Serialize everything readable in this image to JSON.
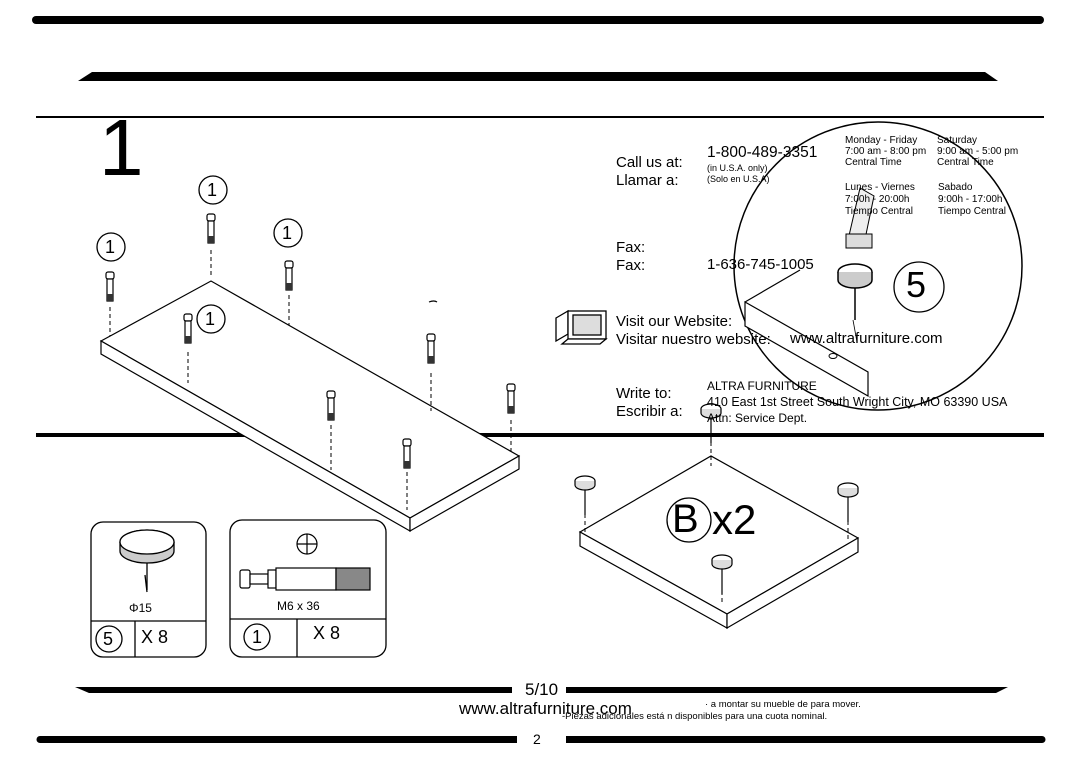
{
  "step": {
    "number": "1"
  },
  "part_callouts": [
    "1",
    "1",
    "1",
    "1"
  ],
  "contact": {
    "call_label_en": "Call us at:",
    "call_label_es": "Llamar a:",
    "phone": "1-800-489-3351",
    "phone_note_en": "(in U.S.A. only)",
    "phone_note_es": "(Solo en U.S.A)",
    "hours": {
      "weekday_en": "Monday - Friday",
      "weekday_time_en": "7:00 am - 8:00 pm",
      "weekday_zone_en": "Central  Time",
      "saturday_en": "Saturday",
      "saturday_time_en": "9:00 am - 5:00 pm",
      "saturday_zone_en": "Central Time",
      "weekday_es": "Lunes - Viernes",
      "weekday_time_es": "7:00h - 20:00h",
      "weekday_zone_es": "Tiempo Central",
      "saturday_es": "Sabado",
      "saturday_time_es": "9:00h - 17:00h",
      "saturday_zone_es": "Tiempo Central"
    },
    "fax_label_en": "Fax:",
    "fax_label_es": "Fax:",
    "fax": "1-636-745-1005",
    "web_label_en": "Visit our Website:",
    "web_label_es": "Visitar nuestro website:",
    "website": "www.altrafurniture.com",
    "write_label_en": "Write to:",
    "write_label_es": "Escribir a:",
    "company": "ALTRA FURNITURE",
    "address": "410 East 1st Street South Wright City, MO 63390 USA",
    "attn": "Attn: Service Dept."
  },
  "zoom_callout": "5",
  "panel_callout": {
    "label": "B",
    "qty": "x2"
  },
  "parts_legend": [
    {
      "id": "5",
      "size": "Φ15",
      "qty": "X 8",
      "icon": "glide-nail-icon"
    },
    {
      "id": "1",
      "size": "M6 x 36",
      "qty": "X 8",
      "icon": "cam-bolt-icon"
    }
  ],
  "footer": {
    "page_count": "5/10",
    "website": "www.altrafurniture.com",
    "note_line1": "· a montar su mueble de para mover.",
    "note_line2": "-Piezas adicionales está n disponibles para una cuota nominal.",
    "page_number": "2"
  }
}
